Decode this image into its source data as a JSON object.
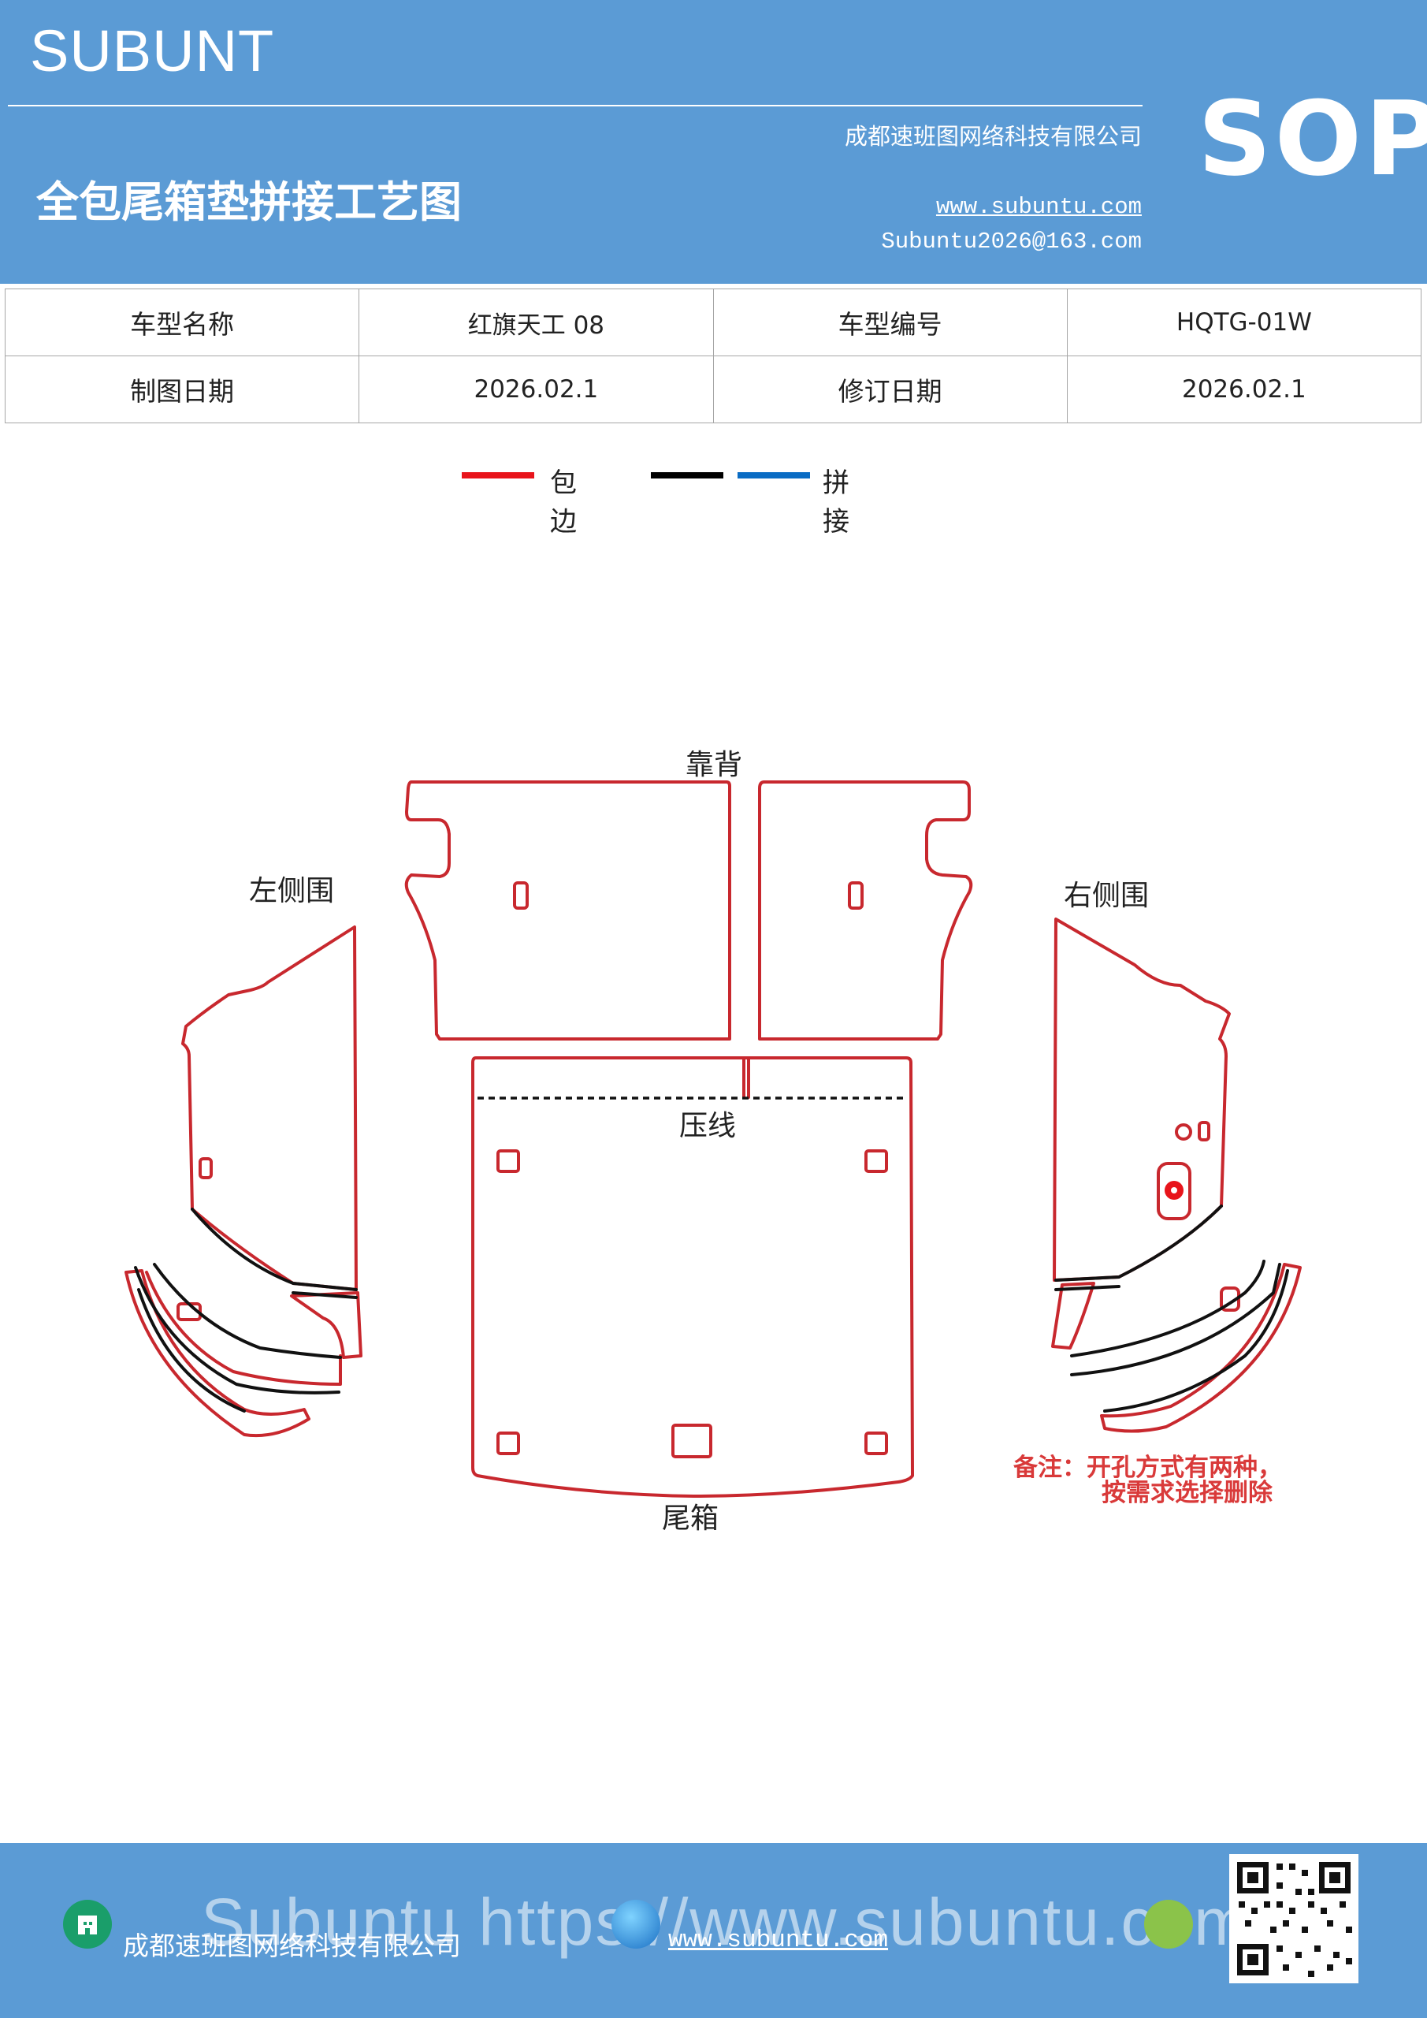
{
  "header": {
    "brand": "SUBUNT",
    "title": "全包尾箱垫拼接工艺图",
    "company": "成都速班图网络科技有限公司",
    "website": "www.subuntu.com",
    "email": "Subuntu2026@163.com",
    "badge": "SOP"
  },
  "info_table": {
    "rows": [
      [
        "车型名称",
        "红旗天工 08",
        "车型编号",
        "HQTG-01W"
      ],
      [
        "制图日期",
        "2026.02.1",
        "修订日期",
        "2026.02.1"
      ]
    ]
  },
  "legend": {
    "items": [
      {
        "label": "包边",
        "color": "#e8141b"
      },
      {
        "label": "",
        "color": "#000000"
      },
      {
        "label": "拼接",
        "color": "#0a6cc4"
      }
    ]
  },
  "drawing": {
    "labels": {
      "backrest": "靠背",
      "left_side": "左侧围",
      "right_side": "右侧围",
      "crease": "压线",
      "trunk": "尾箱"
    },
    "note_line1": "备注：开孔方式有两种，",
    "note_line2": "按需求选择删除",
    "outline_color": "#c8282e"
  },
  "footer": {
    "company": "成都速班图网络科技有限公司",
    "website": "www.subuntu.com",
    "watermark": "Subuntu https://www.subuntu.com"
  }
}
